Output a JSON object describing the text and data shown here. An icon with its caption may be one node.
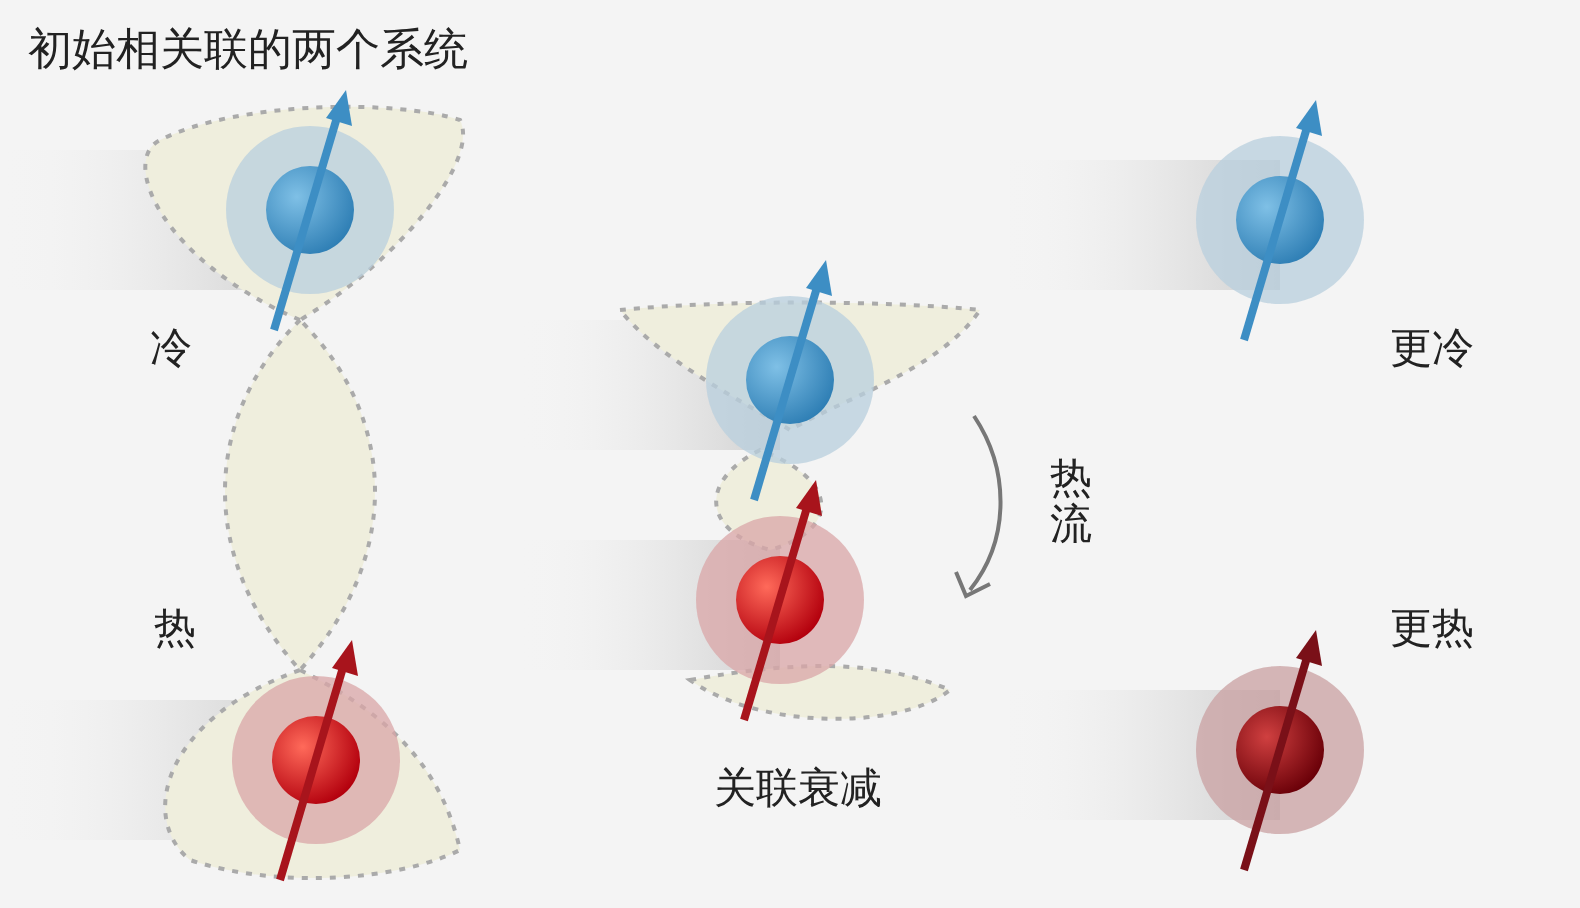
{
  "diagram": {
    "title": "初始相关联的两个系统",
    "nodes": [
      {
        "text": [],
        "shape": "circle",
        "beside": [
          "冷"
        ]
      },
      {
        "text": [],
        "shape": "circle",
        "beside": [
          "热"
        ]
      },
      {
        "text": [],
        "shape": "circle"
      },
      {
        "text": [],
        "shape": "circle"
      },
      {
        "text": [],
        "shape": "circle",
        "beside": [
          "更冷"
        ]
      },
      {
        "text": [],
        "shape": "circle",
        "beside": [
          "更热"
        ]
      }
    ],
    "edges": [],
    "labels": [
      "热流",
      "关联衰减"
    ]
  }
}
